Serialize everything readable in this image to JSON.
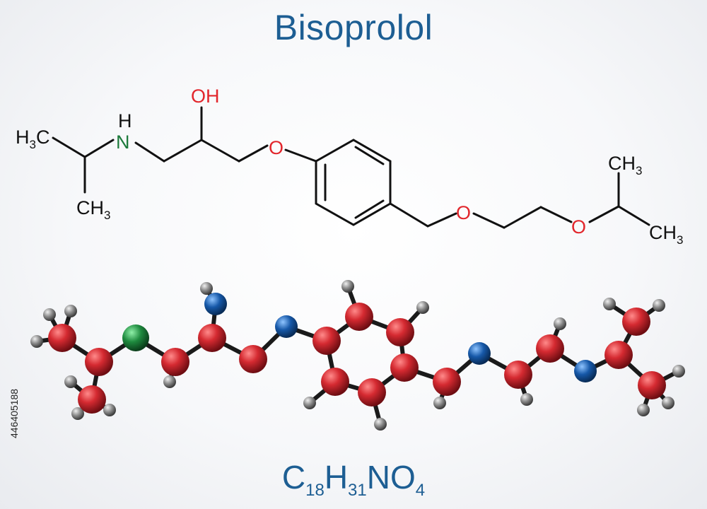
{
  "title": "Bisoprolol",
  "formula": {
    "c": "C",
    "c_count": "18",
    "h": "H",
    "h_count": "31",
    "n": "N",
    "o": "O",
    "o_count": "4"
  },
  "stock_id": "446405188",
  "structure_labels": {
    "h3c": "H",
    "h3c_sub": "3",
    "h3c_c": "C",
    "ch3": "CH",
    "ch3_sub": "3",
    "n": "N",
    "h": "H",
    "oh": "OH",
    "o": "O"
  },
  "colors": {
    "title": "#1d5e93",
    "oxygen": "#e2262c",
    "nitrogen": "#1c7a3b",
    "carbon_ball": "#c8232c",
    "hydrogen_ball": "#8c8c8c",
    "n_ball": "#1e8a3e",
    "o_ball": "#1658a8"
  }
}
